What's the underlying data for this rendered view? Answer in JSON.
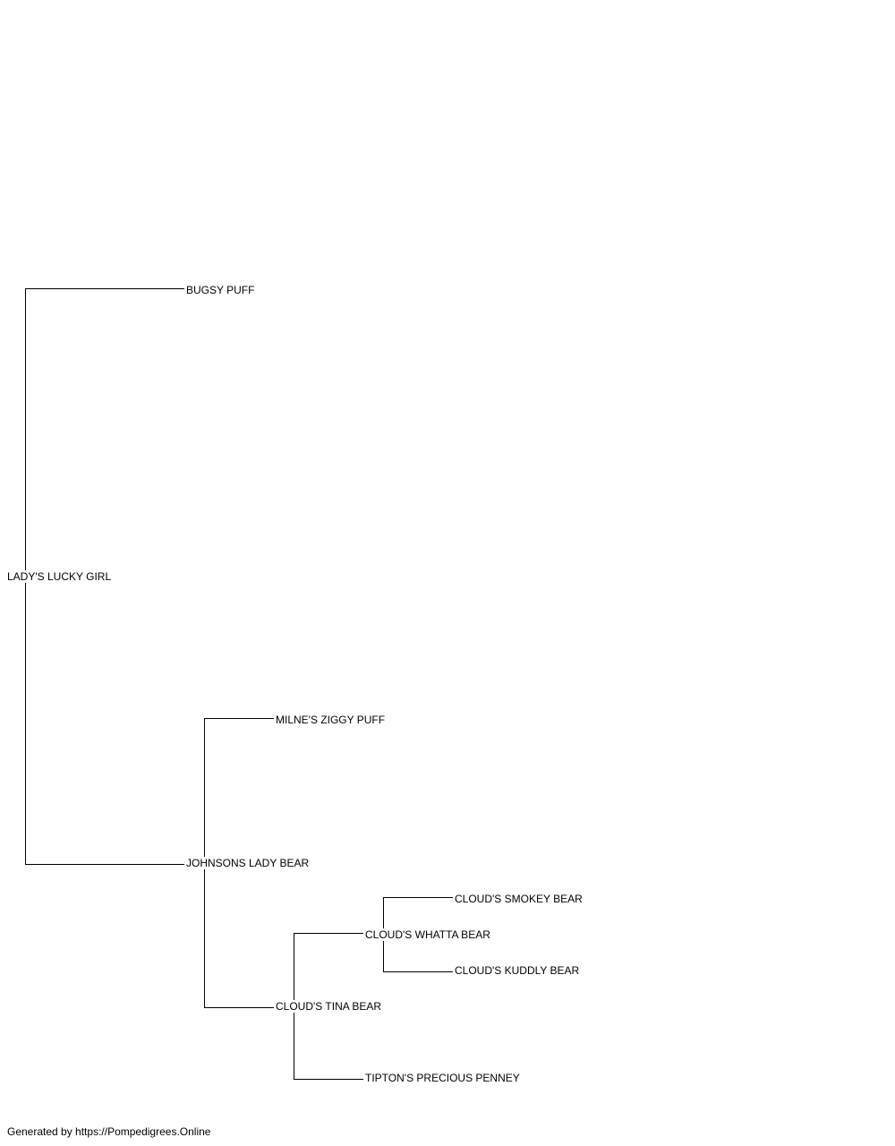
{
  "pedigree": {
    "subject": "LADY'S LUCKY GIRL",
    "sire": "BUGSY PUFF",
    "dam": "JOHNSONS LADY BEAR",
    "dam_sire": "MILNE'S ZIGGY PUFF",
    "dam_dam": "CLOUD'S TINA BEAR",
    "dam_dam_sire": "CLOUD'S WHATTA BEAR",
    "dam_dam_dam": "TIPTON'S PRECIOUS PENNEY",
    "dam_dam_sire_sire": "CLOUD'S SMOKEY BEAR",
    "dam_dam_sire_dam": "CLOUD'S KUDDLY BEAR"
  },
  "footer": {
    "text": "Generated by https://Pompedigrees.Online"
  }
}
